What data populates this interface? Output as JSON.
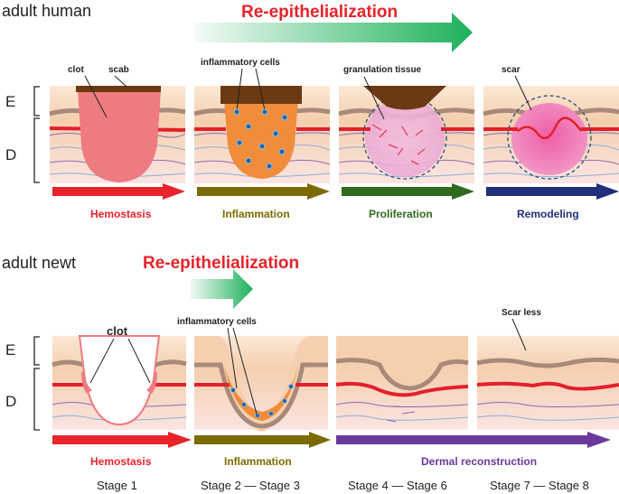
{
  "human": {
    "heading": "adult human",
    "reepi": "Re-epithelialization",
    "layer_e": "E",
    "layer_d": "D",
    "labels": {
      "clot": "clot",
      "scab": "scab",
      "inflammatory_cells": "inflammatory cells",
      "granulation_tissue": "granulation tissue",
      "scar": "scar"
    },
    "phases": [
      {
        "label": "Hemostasis",
        "color": "#e8232a"
      },
      {
        "label": "Inflammation",
        "color": "#7a6a00"
      },
      {
        "label": "Proliferation",
        "color": "#2f6b1e"
      },
      {
        "label": "Remodeling",
        "color": "#1f2f7a"
      }
    ]
  },
  "newt": {
    "heading": "adult newt",
    "reepi": "Re-epithelialization",
    "layer_e": "E",
    "layer_d": "D",
    "labels": {
      "clot": "clot",
      "inflammatory_cells": "inflammatory cells",
      "scar_less": "Scar less"
    },
    "phases": [
      {
        "label": "Hemostasis",
        "color": "#e8232a"
      },
      {
        "label": "Inflammation",
        "color": "#7a6a00"
      },
      {
        "label": "Dermal reconstruction",
        "color": "#6a3a9a"
      }
    ],
    "stages": [
      "Stage 1",
      "Stage 2 — Stage 3",
      "Stage 4 — Stage 6",
      "Stage 7 — Stage 8"
    ]
  },
  "colors": {
    "reepi_text": "#e8232a",
    "reepi_arrow": "#1db15a",
    "epidermis": "#f6d3b4",
    "dermis": "#fbe3e0",
    "basement": "#a88a7a",
    "vessel": "#e3202a",
    "clot": "#ee7b80",
    "scab": "#6b3a12",
    "inflammation": "#f08c3a",
    "cell": "#2f5fa8",
    "granulation": "#e9b0d6",
    "scar": "#ec6fae"
  }
}
